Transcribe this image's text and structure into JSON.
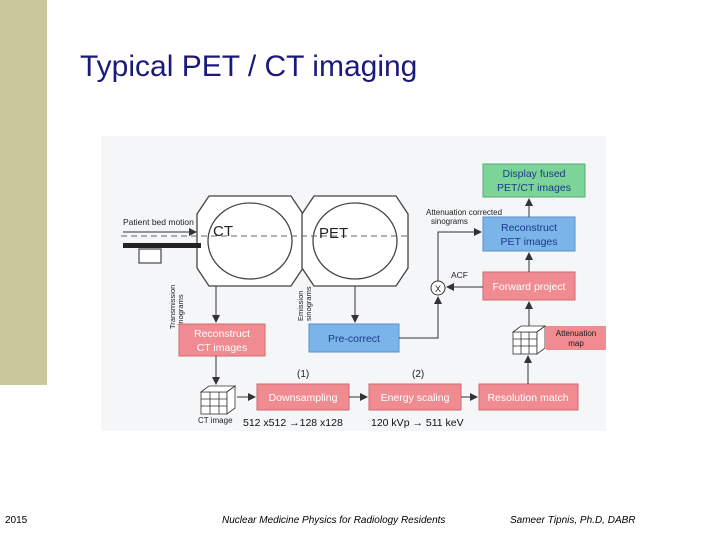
{
  "slide": {
    "title": "Typical PET / CT imaging",
    "footer_left": "2015",
    "footer_center": "Nuclear Medicine Physics for Radiology Residents",
    "footer_right": "Sameer Tipnis, Ph.D, DABR"
  },
  "colors": {
    "sidebar": "#c8c89a",
    "title": "#1a1a7a",
    "red_box": "#f08c91",
    "red_text": "#ffffff",
    "blue_box": "#7ab4e8",
    "blue_text": "#1a3a8a",
    "green_box": "#7cd498",
    "green_text": "#1a3a8a",
    "figure_bg": "#f4f6f8"
  },
  "diagram": {
    "boxes": {
      "display": [
        "Display fused",
        "PET/CT images"
      ],
      "reconstruct_pet": [
        "Reconstruct",
        "PET images"
      ],
      "forward_project": "Forward project",
      "reconstruct_ct": [
        "Reconstruct",
        "CT images"
      ],
      "precorrect": "Pre-correct",
      "attenuation_map": [
        "Attenuation",
        "map"
      ],
      "downsampling": "Downsampling",
      "energy_scaling": "Energy scaling",
      "resolution_match": "Resolution match"
    },
    "labels": {
      "patient_bed": "Patient bed motion",
      "ct": "CT",
      "pet": "PET",
      "acs": [
        "Attenuation corrected",
        "sinograms"
      ],
      "acf": "ACF",
      "multiply": "X",
      "transmission": [
        "Transmission",
        "sinograms"
      ],
      "emission": [
        "Emission",
        "sinograms"
      ],
      "step1": "(1)",
      "step2": "(2)",
      "ct_image": "CT image",
      "res_change": "512 x512 →128 x128",
      "kvp_change": "120 kVp → 511 keV"
    }
  }
}
